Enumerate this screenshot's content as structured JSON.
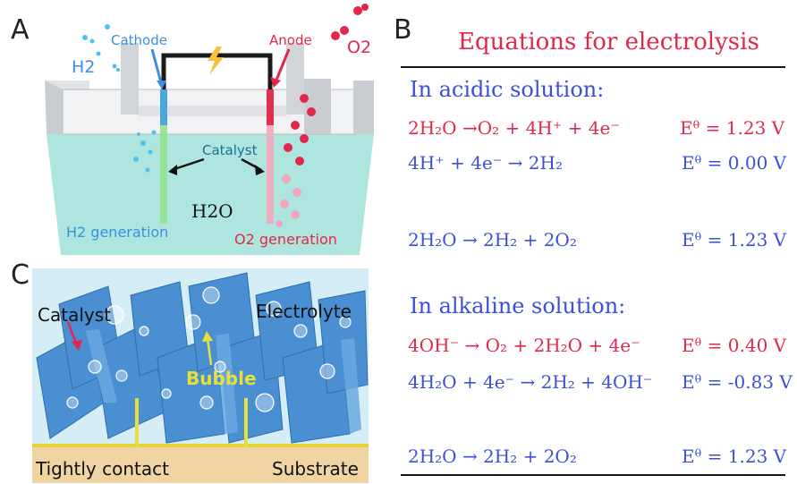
{
  "panels": {
    "a": {
      "letter": "A",
      "cathode": "Cathode",
      "anode": "Anode",
      "h2": "H2",
      "o2": "O2",
      "catalyst": "Catalyst",
      "water": "H2O",
      "h2_generation": "H2 generation",
      "o2_generation": "O2 generation"
    },
    "b": {
      "letter": "B",
      "title": "Equations for electrolysis",
      "acidic": {
        "heading": "In acidic solution:",
        "rows": [
          {
            "eq": "2H₂O →O₂ + 4H⁺ + 4e⁻",
            "e": "Eᶿ = 1.23 V"
          },
          {
            "eq": "4H⁺ + 4e⁻ → 2H₂",
            "e": "Eᶿ = 0.00 V"
          },
          {
            "eq": "2H₂O  → 2H₂ + 2O₂",
            "e": "Eᶿ =  1.23 V"
          }
        ]
      },
      "alkaline": {
        "heading": "In alkaline solution:",
        "rows": [
          {
            "eq": "4OH⁻  → O₂ + 2H₂O + 4e⁻",
            "e": "Eᶿ =  0.40 V"
          },
          {
            "eq": "4H₂O + 4e⁻ → 2H₂ + 4OH⁻",
            "e": "Eᶿ = -0.83 V"
          },
          {
            "eq": "2H₂O  → 2H₂ + 2O₂",
            "e": "Eᶿ =  1.23 V"
          }
        ]
      }
    },
    "c": {
      "letter": "C",
      "catalyst": "Catalyst",
      "electrolyte": "Electrolyte",
      "bubble": "Bubble",
      "tightly_contact": "Tightly contact",
      "substrate": "Substrate"
    }
  },
  "colors": {
    "red": "#e0284a",
    "blue": "#3d4fd6",
    "water": "#aee6df",
    "electrolyte": "#d5eef6",
    "substrate": "#f0d4a3",
    "catalyst_sheet": "#4a8fd1"
  }
}
